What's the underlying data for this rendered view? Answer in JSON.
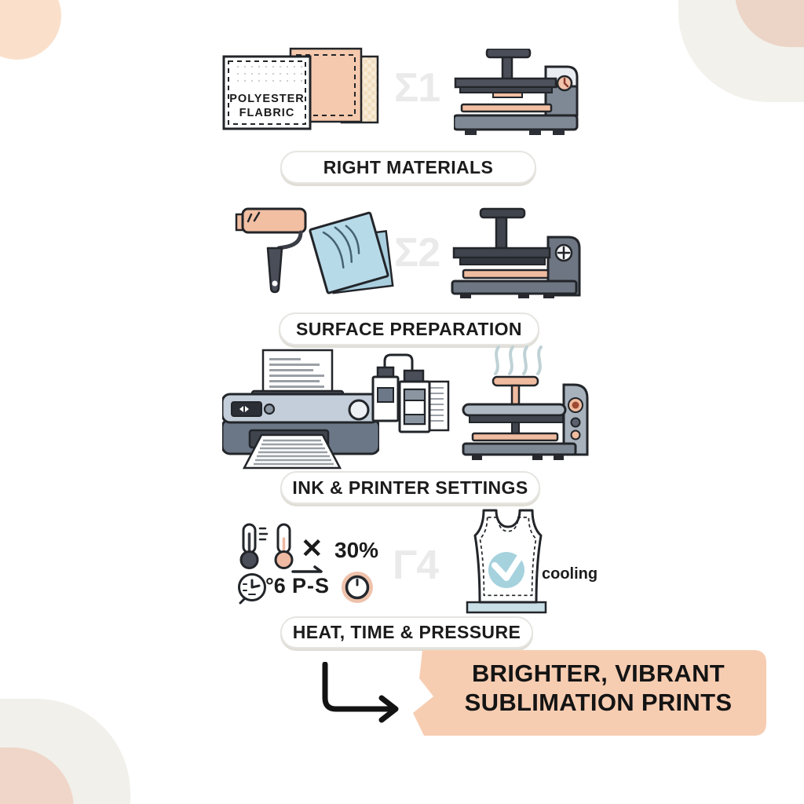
{
  "steps": [
    {
      "label": "RIGHT MATERIALS",
      "watermark": "Σ1",
      "fabric_swatch": {
        "line1": "POLYESTER",
        "line2": "FLABRIC"
      }
    },
    {
      "label": "SURFACE PREPARATION",
      "watermark": "Σ2"
    },
    {
      "label": "INK & PRINTER SETTINGS"
    },
    {
      "label": "HEAT, TIME & PRESSURE",
      "watermark": "Γ4",
      "annotations": {
        "multiplier": "✕",
        "percent": "30%",
        "degree": "°6",
        "pressure_setting": "P-S",
        "cooling": "cooling"
      }
    }
  ],
  "callout": {
    "line1": "BRIGHTER, VIBRANT",
    "line2": "SUBLIMATION PRINTS"
  },
  "colors": {
    "peach": "#F5C9AD",
    "peach_dark": "#F0BCA0",
    "callout_bg": "#F7CDB2",
    "press_gray": "#7E8995",
    "press_dark": "#4A4E59",
    "printer_light": "#C4CEDA",
    "printer_dark": "#6B7787",
    "cloth_blue": "#B7DAE9",
    "circle_blue": "#A6D2DE",
    "watermark_gray": "#EAEAEA",
    "pill_border": "#E6E5E1",
    "outline": "#222529",
    "corner_peach": "#FAE0CB",
    "corner_gray": "#F2F1EC"
  },
  "icons": [
    "fabric-swatches-icon",
    "heat-press-icon",
    "lint-roller-icon",
    "microfiber-cloth-icon",
    "printer-icon",
    "ink-bottles-icon",
    "heat-press-heating-icon",
    "thermometer-icon",
    "clock-icon",
    "timer-icon",
    "pressure-arrow-icon",
    "tank-top-icon",
    "cooling-check-icon",
    "elbow-arrow-icon"
  ]
}
